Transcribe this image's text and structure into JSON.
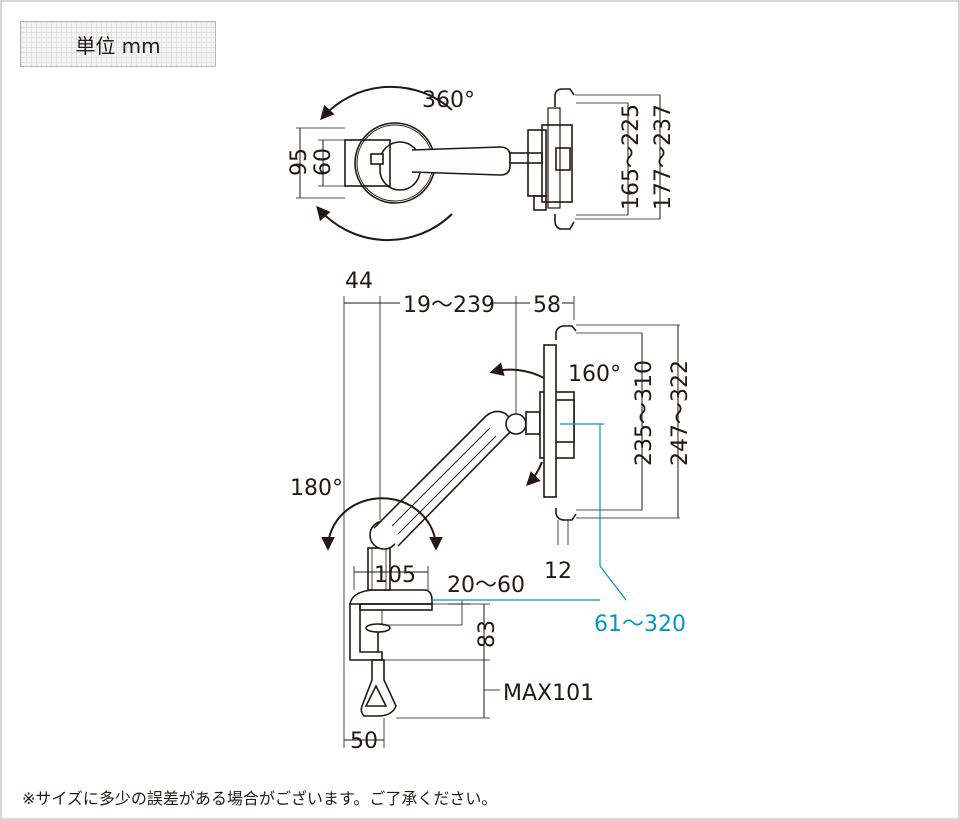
{
  "unit_label": "単位 mm",
  "footnote": "※サイズに多少の誤差がある場合がございます。ご了承ください。",
  "top_view": {
    "rotation": "360°",
    "width_outer": "95",
    "width_inner": "60",
    "height_inner": "165～225",
    "height_outer": "177～237"
  },
  "side_view": {
    "offset_a": "44",
    "arm_extension": "19～239",
    "depth": "58",
    "tilt": "160°",
    "pole_rotation": "180°",
    "height_inner": "235～310",
    "height_outer": "247～322",
    "gap": "12",
    "base_width": "105",
    "clamp_range": "20～60",
    "height_range": "61～320",
    "clamp_height": "83",
    "max_thickness": "MAX101",
    "clamp_width": "50"
  },
  "colors": {
    "line": "#231815",
    "accent": "#0097c8",
    "grid": "#e2e2e2"
  }
}
